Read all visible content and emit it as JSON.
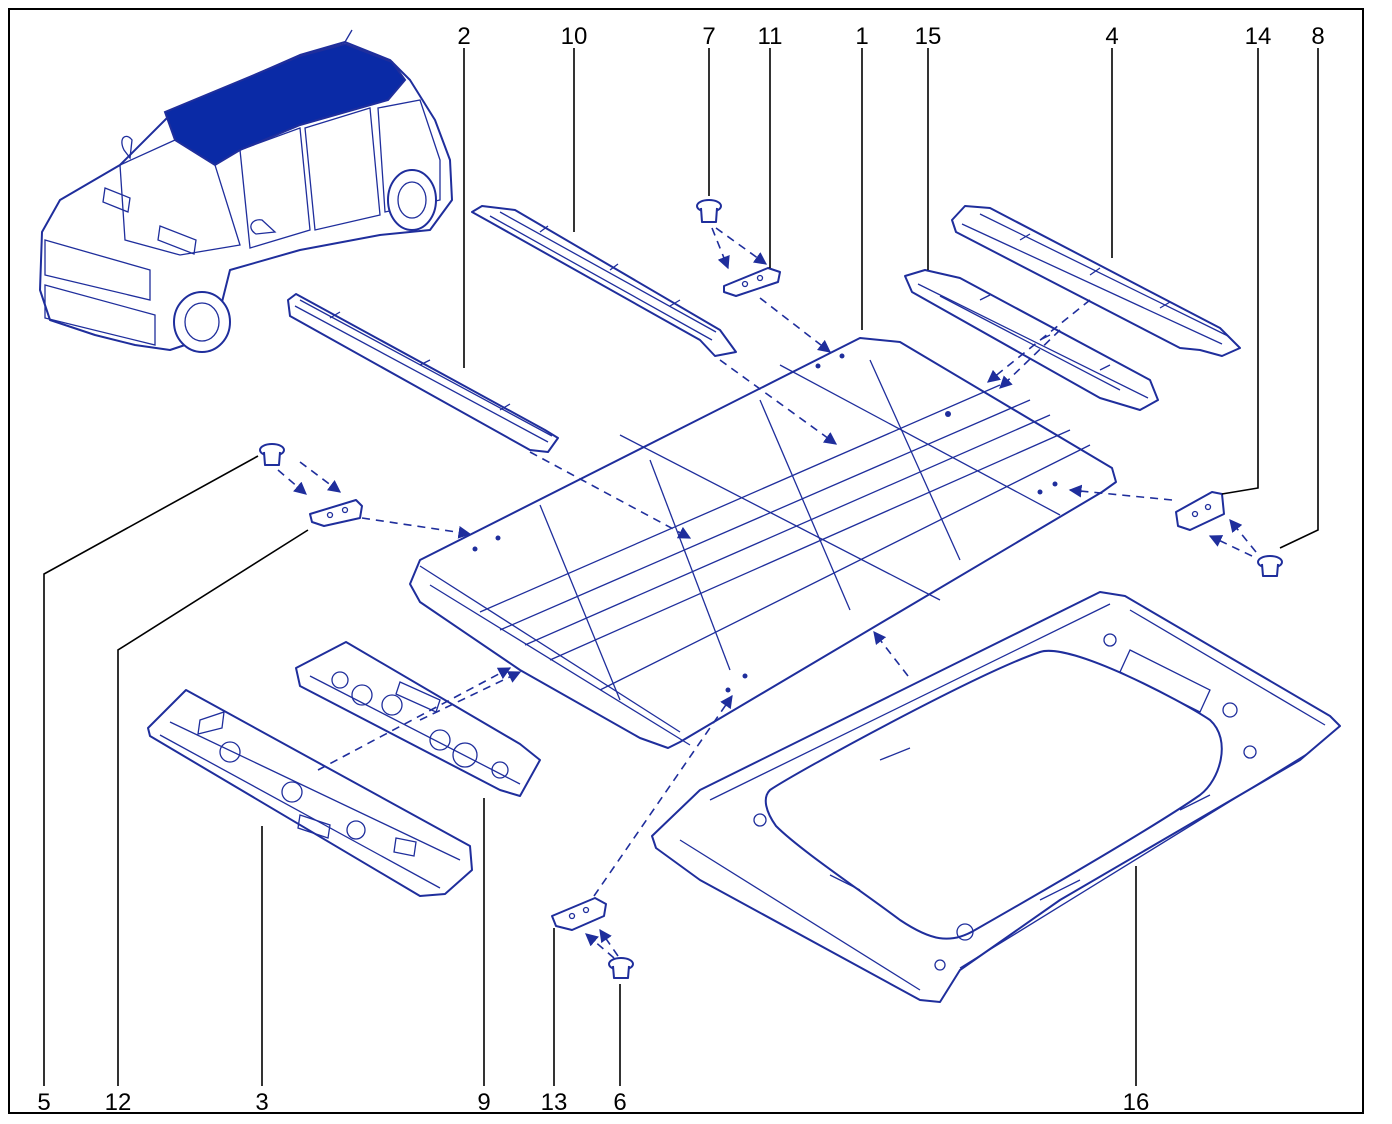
{
  "diagram": {
    "callouts": [
      "1",
      "2",
      "3",
      "4",
      "5",
      "6",
      "7",
      "8",
      "9",
      "10",
      "11",
      "12",
      "13",
      "14",
      "15",
      "16"
    ],
    "highlight_color": "#0a2aa6",
    "line_color": "#1f2e9c"
  }
}
